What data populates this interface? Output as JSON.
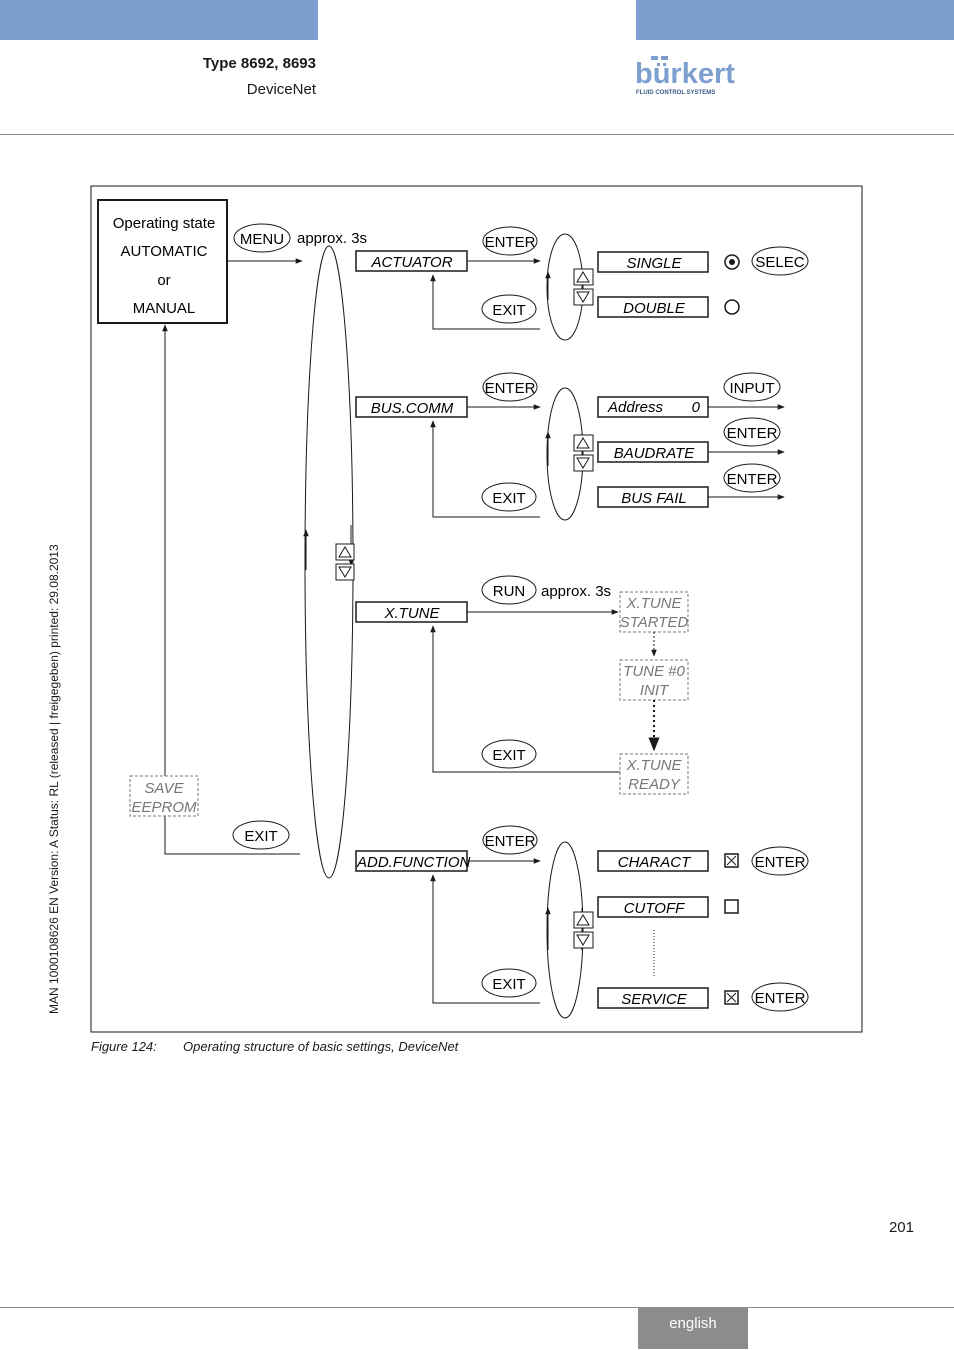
{
  "header": {
    "title": "Type 8692, 8693",
    "subtitle": "DeviceNet",
    "logo_text": "bürkert",
    "logo_tagline": "FLUID CONTROL SYSTEMS"
  },
  "sidebar_text": "MAN  1000108626  EN  Version: A  Status: RL (released | freigegeben)  printed: 29.08.2013",
  "diagram": {
    "state_box": [
      "Operating state",
      "AUTOMATIC",
      "or",
      "MANUAL"
    ],
    "approx_menu": "approx. 3s",
    "approx_run": "approx. 3s",
    "keys": {
      "menu": "MENU",
      "enter": "ENTER",
      "exit": "EXIT",
      "run": "RUN",
      "input": "INPUT",
      "select": "SELEC"
    },
    "menu_items": [
      "ACTUATOR",
      "BUS.COMM",
      "X.TUNE",
      "ADD.FUNCTION"
    ],
    "actuator_options": [
      "SINGLE",
      "DOUBLE"
    ],
    "address_label": "Address",
    "address_value": "0",
    "buscomm_options": [
      "BAUDRATE",
      "BUS FAIL"
    ],
    "xtune_steps": [
      [
        "X.TUNE",
        "STARTED"
      ],
      [
        "TUNE #0",
        "INIT"
      ],
      [
        "X.TUNE",
        "READY"
      ]
    ],
    "save_eeprom": [
      "SAVE",
      "EEPROM"
    ],
    "addfunction_options": [
      "CHARACT",
      "CUTOFF",
      "SERVICE"
    ]
  },
  "caption": {
    "label": "Figure 124:",
    "text": "Operating structure of basic settings, DeviceNet"
  },
  "page_number": "201",
  "language": "english",
  "colors": {
    "header_bar": "#7d9fcf",
    "lang_box": "#8c8c8c",
    "ink": "#1a1a1a",
    "dashed_ink": "#777777"
  }
}
